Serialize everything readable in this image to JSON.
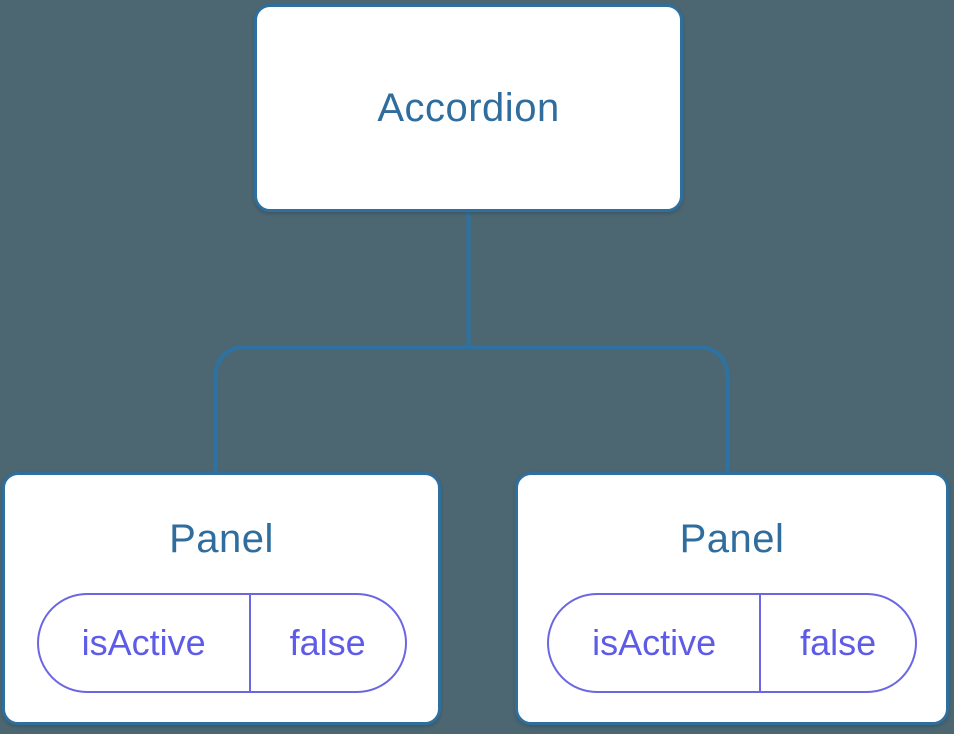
{
  "colors": {
    "background": "#4C6772",
    "node_fill": "#FFFFFF",
    "node_border": "#2E6F9E",
    "title_text": "#2E6D9D",
    "connector": "#2E72A4",
    "state_border": "#6B66E3",
    "state_text": "#5E5CE6"
  },
  "diagram": {
    "type": "component-tree",
    "root": {
      "label": "Accordion"
    },
    "children": [
      {
        "label": "Panel",
        "state": {
          "key": "isActive",
          "value": "false"
        }
      },
      {
        "label": "Panel",
        "state": {
          "key": "isActive",
          "value": "false"
        }
      }
    ]
  }
}
